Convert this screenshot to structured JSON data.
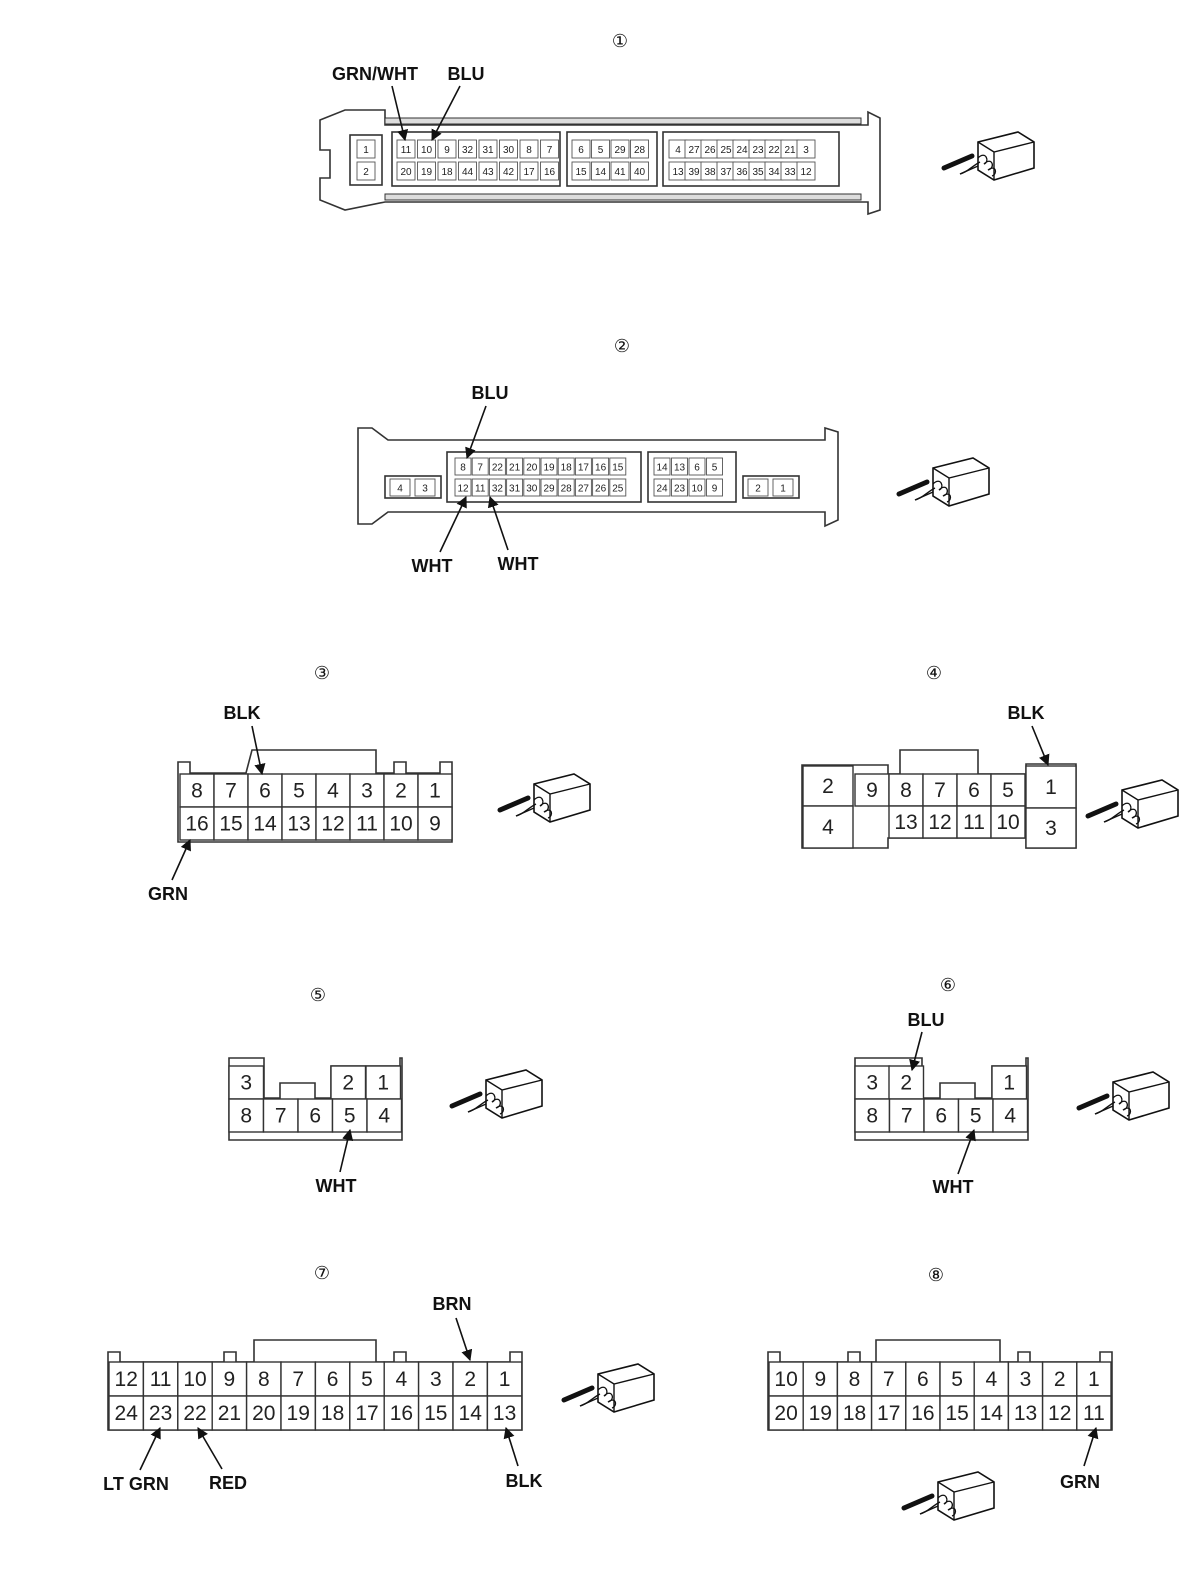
{
  "connectors": [
    {
      "number": "①",
      "row1": [
        "1",
        "11",
        "10",
        "9",
        "32",
        "31",
        "30",
        "8",
        "7",
        "6",
        "5",
        "29",
        "28",
        "4",
        "27",
        "26",
        "25",
        "24",
        "23",
        "22",
        "21",
        "3"
      ],
      "row2": [
        "2",
        "20",
        "19",
        "18",
        "44",
        "43",
        "42",
        "17",
        "16",
        "15",
        "14",
        "41",
        "40",
        "13",
        "39",
        "38",
        "37",
        "36",
        "35",
        "34",
        "33",
        "12"
      ],
      "wire_labels": [
        "GRN/WHT",
        "BLU"
      ]
    },
    {
      "number": "②",
      "row1": [
        "8",
        "7",
        "22",
        "21",
        "20",
        "19",
        "18",
        "17",
        "16",
        "15",
        "14",
        "13",
        "6",
        "5"
      ],
      "row2": [
        "12",
        "11",
        "32",
        "31",
        "30",
        "29",
        "28",
        "27",
        "26",
        "25",
        "24",
        "23",
        "10",
        "9"
      ],
      "side_pins": [
        "4",
        "3",
        "2",
        "1"
      ],
      "wire_labels": [
        "BLU",
        "WHT",
        "WHT"
      ]
    },
    {
      "number": "③",
      "row1": [
        "8",
        "7",
        "6",
        "5",
        "4",
        "3",
        "2",
        "1"
      ],
      "row2": [
        "16",
        "15",
        "14",
        "13",
        "12",
        "11",
        "10",
        "9"
      ],
      "wire_labels": [
        "BLK",
        "GRN"
      ]
    },
    {
      "number": "④",
      "row1": [
        "2",
        "9",
        "8",
        "7",
        "6",
        "5",
        "1"
      ],
      "row2": [
        "4",
        "13",
        "12",
        "11",
        "10",
        "3"
      ],
      "wire_labels": [
        "BLK"
      ]
    },
    {
      "number": "⑤",
      "row1": [
        "3",
        "2",
        "1"
      ],
      "row2": [
        "8",
        "7",
        "6",
        "5",
        "4"
      ],
      "wire_labels": [
        "WHT"
      ]
    },
    {
      "number": "⑥",
      "row1": [
        "3",
        "2",
        "1"
      ],
      "row2": [
        "8",
        "7",
        "6",
        "5",
        "4"
      ],
      "wire_labels": [
        "BLU",
        "WHT"
      ]
    },
    {
      "number": "⑦",
      "row1": [
        "12",
        "11",
        "10",
        "9",
        "8",
        "7",
        "6",
        "5",
        "4",
        "3",
        "2",
        "1"
      ],
      "row2": [
        "24",
        "23",
        "22",
        "21",
        "20",
        "19",
        "18",
        "17",
        "16",
        "15",
        "14",
        "13"
      ],
      "wire_labels": [
        "BRN",
        "LT GRN",
        "RED",
        "BLK"
      ]
    },
    {
      "number": "⑧",
      "row1": [
        "10",
        "9",
        "8",
        "7",
        "6",
        "5",
        "4",
        "3",
        "2",
        "1"
      ],
      "row2": [
        "20",
        "19",
        "18",
        "17",
        "16",
        "15",
        "14",
        "13",
        "12",
        "11"
      ],
      "wire_labels": [
        "GRN"
      ]
    }
  ],
  "icons": {
    "view_direction": "hand-pointing-connector-icon"
  }
}
